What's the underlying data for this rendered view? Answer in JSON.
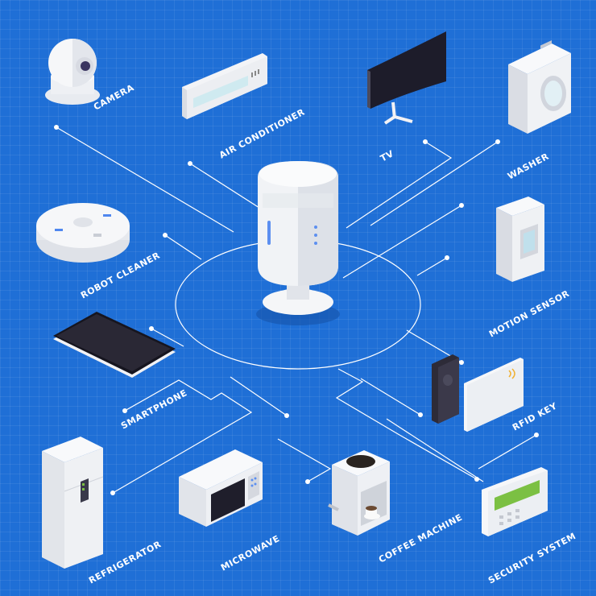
{
  "hub": {
    "label": ""
  },
  "devices": {
    "camera": "CAMERA",
    "air_conditioner": "AIR CONDITIONER",
    "tv": "TV",
    "washer": "WASHER",
    "robot_cleaner": "ROBOT CLEANER",
    "motion_sensor": "MOTION SENSOR",
    "smartphone": "SMARTPHONE",
    "rfid_key": "RFID KEY",
    "refrigerator": "REFRIGERATOR",
    "microwave": "MICROWAVE",
    "coffee_machine": "COFFEE MACHINE",
    "security_system": "SECURITY SYSTEM"
  },
  "colors": {
    "background": "#1f6fd6",
    "line": "#ffffff",
    "device_body": "#f2f4f7",
    "screen_dark": "#1a1a24",
    "display_green": "#7bc043"
  }
}
